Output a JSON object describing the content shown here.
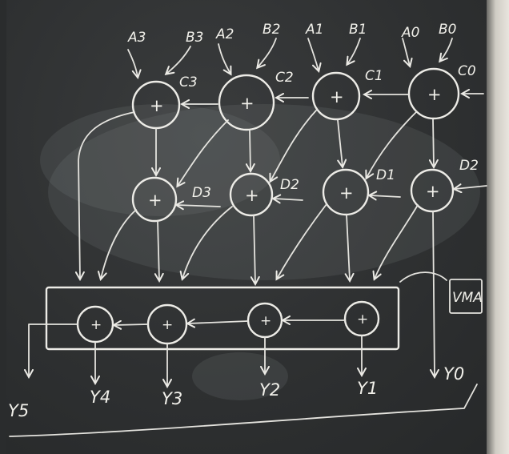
{
  "inputs": {
    "a3": "A3",
    "b3": "B3",
    "a2": "A2",
    "b2": "B2",
    "a1": "A1",
    "b1": "B1",
    "a0": "A0",
    "b0": "B0"
  },
  "carries": {
    "c3": "C3",
    "c2": "C2",
    "c1": "C1",
    "c0": "C0"
  },
  "d_inputs": {
    "d3": "D3",
    "d2a": "D2",
    "d1": "D1",
    "d2b": "D2"
  },
  "plus_symbol": "+",
  "outputs": {
    "y5": "Y5",
    "y4": "Y4",
    "y3": "Y3",
    "y2": "Y2",
    "y1": "Y1",
    "y0": "Y0"
  },
  "side_label": "VMA",
  "colors": {
    "chalk": "#ecebe6",
    "board": "#2e3031"
  }
}
